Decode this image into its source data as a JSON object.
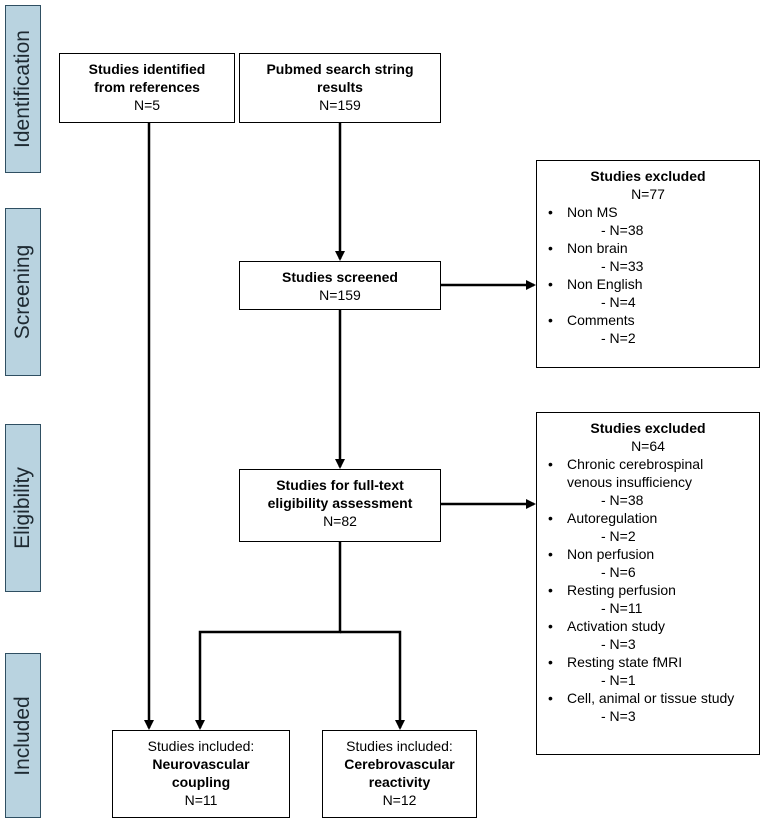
{
  "phases": {
    "identification": "Identification",
    "screening": "Screening",
    "eligibility": "Eligibility",
    "included": "Included"
  },
  "boxes": {
    "references": {
      "title": "Studies identified from references",
      "line1": "Studies identified",
      "line2": "from references",
      "n": "N=5"
    },
    "pubmed": {
      "line1": "Pubmed search string",
      "line2": "results",
      "n": "N=159"
    },
    "screened": {
      "title": "Studies screened",
      "n": "N=159"
    },
    "fulltext": {
      "line1": "Studies for full-text",
      "line2": "eligibility assessment",
      "n": "N=82"
    },
    "neurovascular": {
      "label": "Studies included:",
      "line1": "Neurovascular",
      "line2": "coupling",
      "n": "N=11"
    },
    "cerebrovascular": {
      "label": "Studies included:",
      "line1": "Cerebrovascular",
      "line2": "reactivity",
      "n": "N=12"
    }
  },
  "excluded_screening": {
    "title": "Studies excluded",
    "n": "N=77",
    "items": [
      {
        "label": "Non MS",
        "count": "- N=38"
      },
      {
        "label": "Non brain",
        "count": "- N=33"
      },
      {
        "label": "Non English",
        "count": "- N=4"
      },
      {
        "label": "Comments",
        "count": "- N=2"
      }
    ]
  },
  "excluded_eligibility": {
    "title": "Studies excluded",
    "n": "N=64",
    "items": [
      {
        "label": "Chronic cerebrospinal",
        "label2": "venous insufficiency",
        "count": "- N=38"
      },
      {
        "label": "Autoregulation",
        "count": "- N=2"
      },
      {
        "label": "Non perfusion",
        "count": "- N=6"
      },
      {
        "label": "Resting perfusion",
        "count": "- N=11"
      },
      {
        "label": "Activation study",
        "count": "- N=3"
      },
      {
        "label": "Resting state fMRI",
        "count": "- N=1"
      },
      {
        "label": "Cell, animal or tissue study",
        "count": "- N=3"
      }
    ]
  },
  "bullet": "•"
}
